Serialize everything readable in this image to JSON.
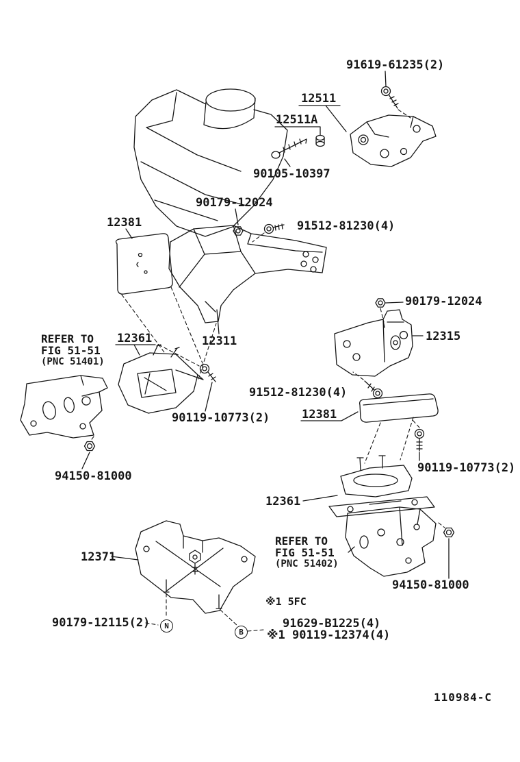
{
  "page": {
    "bg": "#ffffff",
    "ink": "#161616",
    "code": "110984-C"
  },
  "labels": {
    "b91619": "91619-61235(2)",
    "p12511": "12511",
    "p12511a": "12511A",
    "b90105": "90105-10397",
    "n90179_top": "90179-12024",
    "b91512_top": "91512-81230(4)",
    "p12381_top": "12381",
    "p12311": "12311",
    "n90179_right": "90179-12024",
    "p12315": "12315",
    "p12361_top": "12361",
    "b91512_mid": "91512-81230(4)",
    "p12381_mid": "12381",
    "b90119_left": "90119-10773(2)",
    "b90119_right": "90119-10773(2)",
    "n94150_left": "94150-81000",
    "p12361_bottom": "12361",
    "p12371": "12371",
    "n94150_right": "94150-81000",
    "note_5fc": "※1 5FC",
    "b90179_12115": "90179-12115(2)",
    "b91629": "91629-B1225(4)",
    "b90119_12374": "※1 90119-12374(4)"
  },
  "refs": {
    "fig51401": {
      "l1": "REFER TO",
      "l2": "FIG 51-51",
      "l3": "(PNC 51401)"
    },
    "fig51402": {
      "l1": "REFER TO",
      "l2": "FIG 51-51",
      "l3": "(PNC 51402)"
    }
  },
  "markers": {
    "n": "N",
    "b": "B"
  }
}
